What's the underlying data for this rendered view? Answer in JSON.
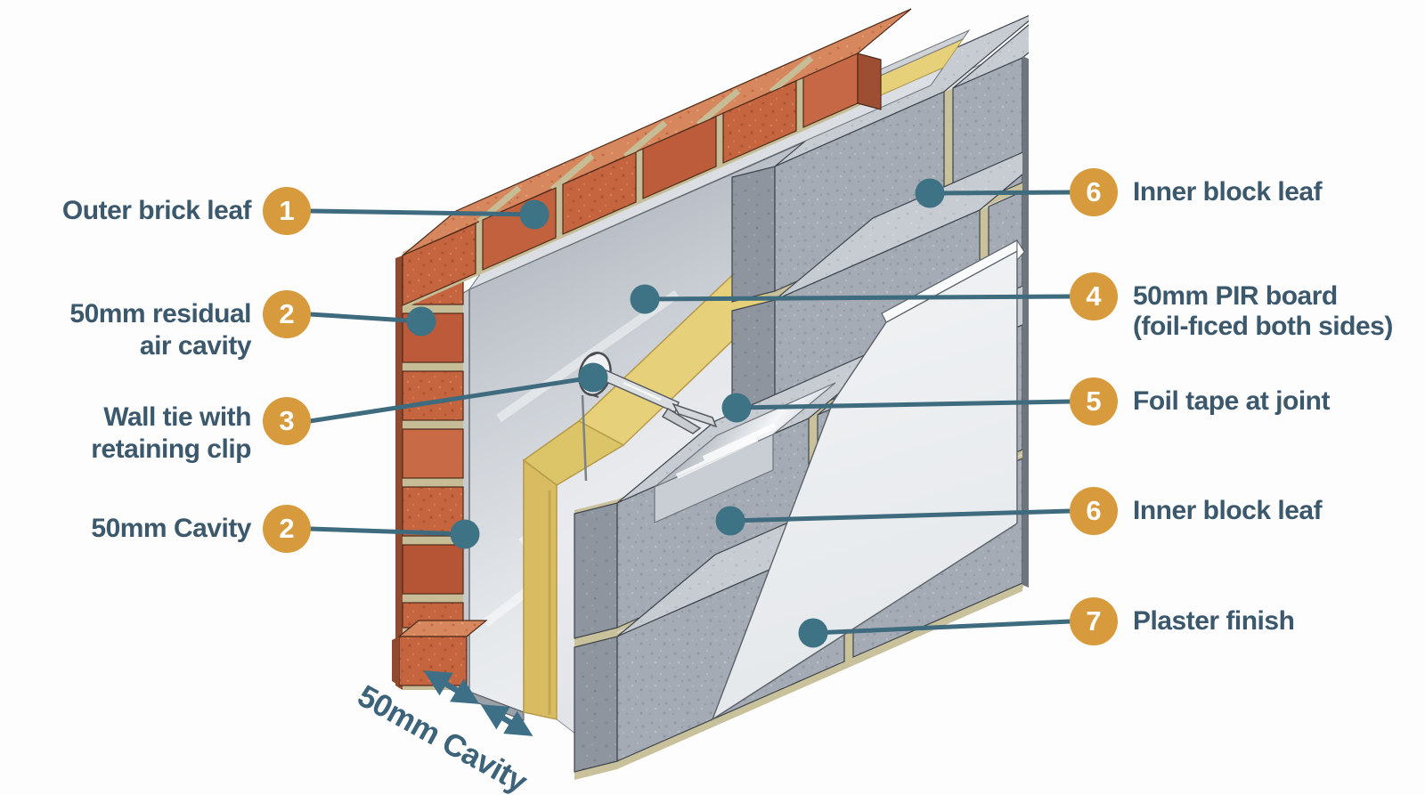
{
  "diagram": {
    "type": "cavity-wall-construction-cutaway",
    "left_callouts": [
      {
        "number": "1",
        "lines": [
          "Outer brick leaf"
        ]
      },
      {
        "number": "2",
        "lines": [
          "50mm residual",
          "air cavity"
        ]
      },
      {
        "number": "3",
        "lines": [
          "Wall tie with",
          "retaining clip"
        ]
      },
      {
        "number": "2",
        "lines": [
          "50mm Cavity"
        ]
      }
    ],
    "right_callouts": [
      {
        "number": "6",
        "lines": [
          "Inner block leaf"
        ]
      },
      {
        "number": "4",
        "lines": [
          "50mm PIR board",
          "(foil-fıced both sides)"
        ]
      },
      {
        "number": "5",
        "lines": [
          "Foil tape at joint"
        ]
      },
      {
        "number": "6",
        "lines": [
          "Inner block leaf"
        ]
      },
      {
        "number": "7",
        "lines": [
          "Plaster finish"
        ]
      }
    ],
    "dimension_label": "50mm Cavity",
    "colors": {
      "label_text": "#3b586c",
      "badge": "#d79a3c",
      "badge_text": "#ffffff",
      "callout_line": "#3e6b7d",
      "callout_dot": "#3d7384",
      "brick": "#c4653f",
      "brick_top": "#d6875d",
      "mortar": "#c6bd96",
      "pir_foil_face": "#c6cbd1",
      "pir_foam_core": "#e3cd77",
      "block": "#a4abb4",
      "block_top": "#c7ccd2",
      "plaster": "#eef0f2",
      "background": "#fdfdfd"
    }
  }
}
